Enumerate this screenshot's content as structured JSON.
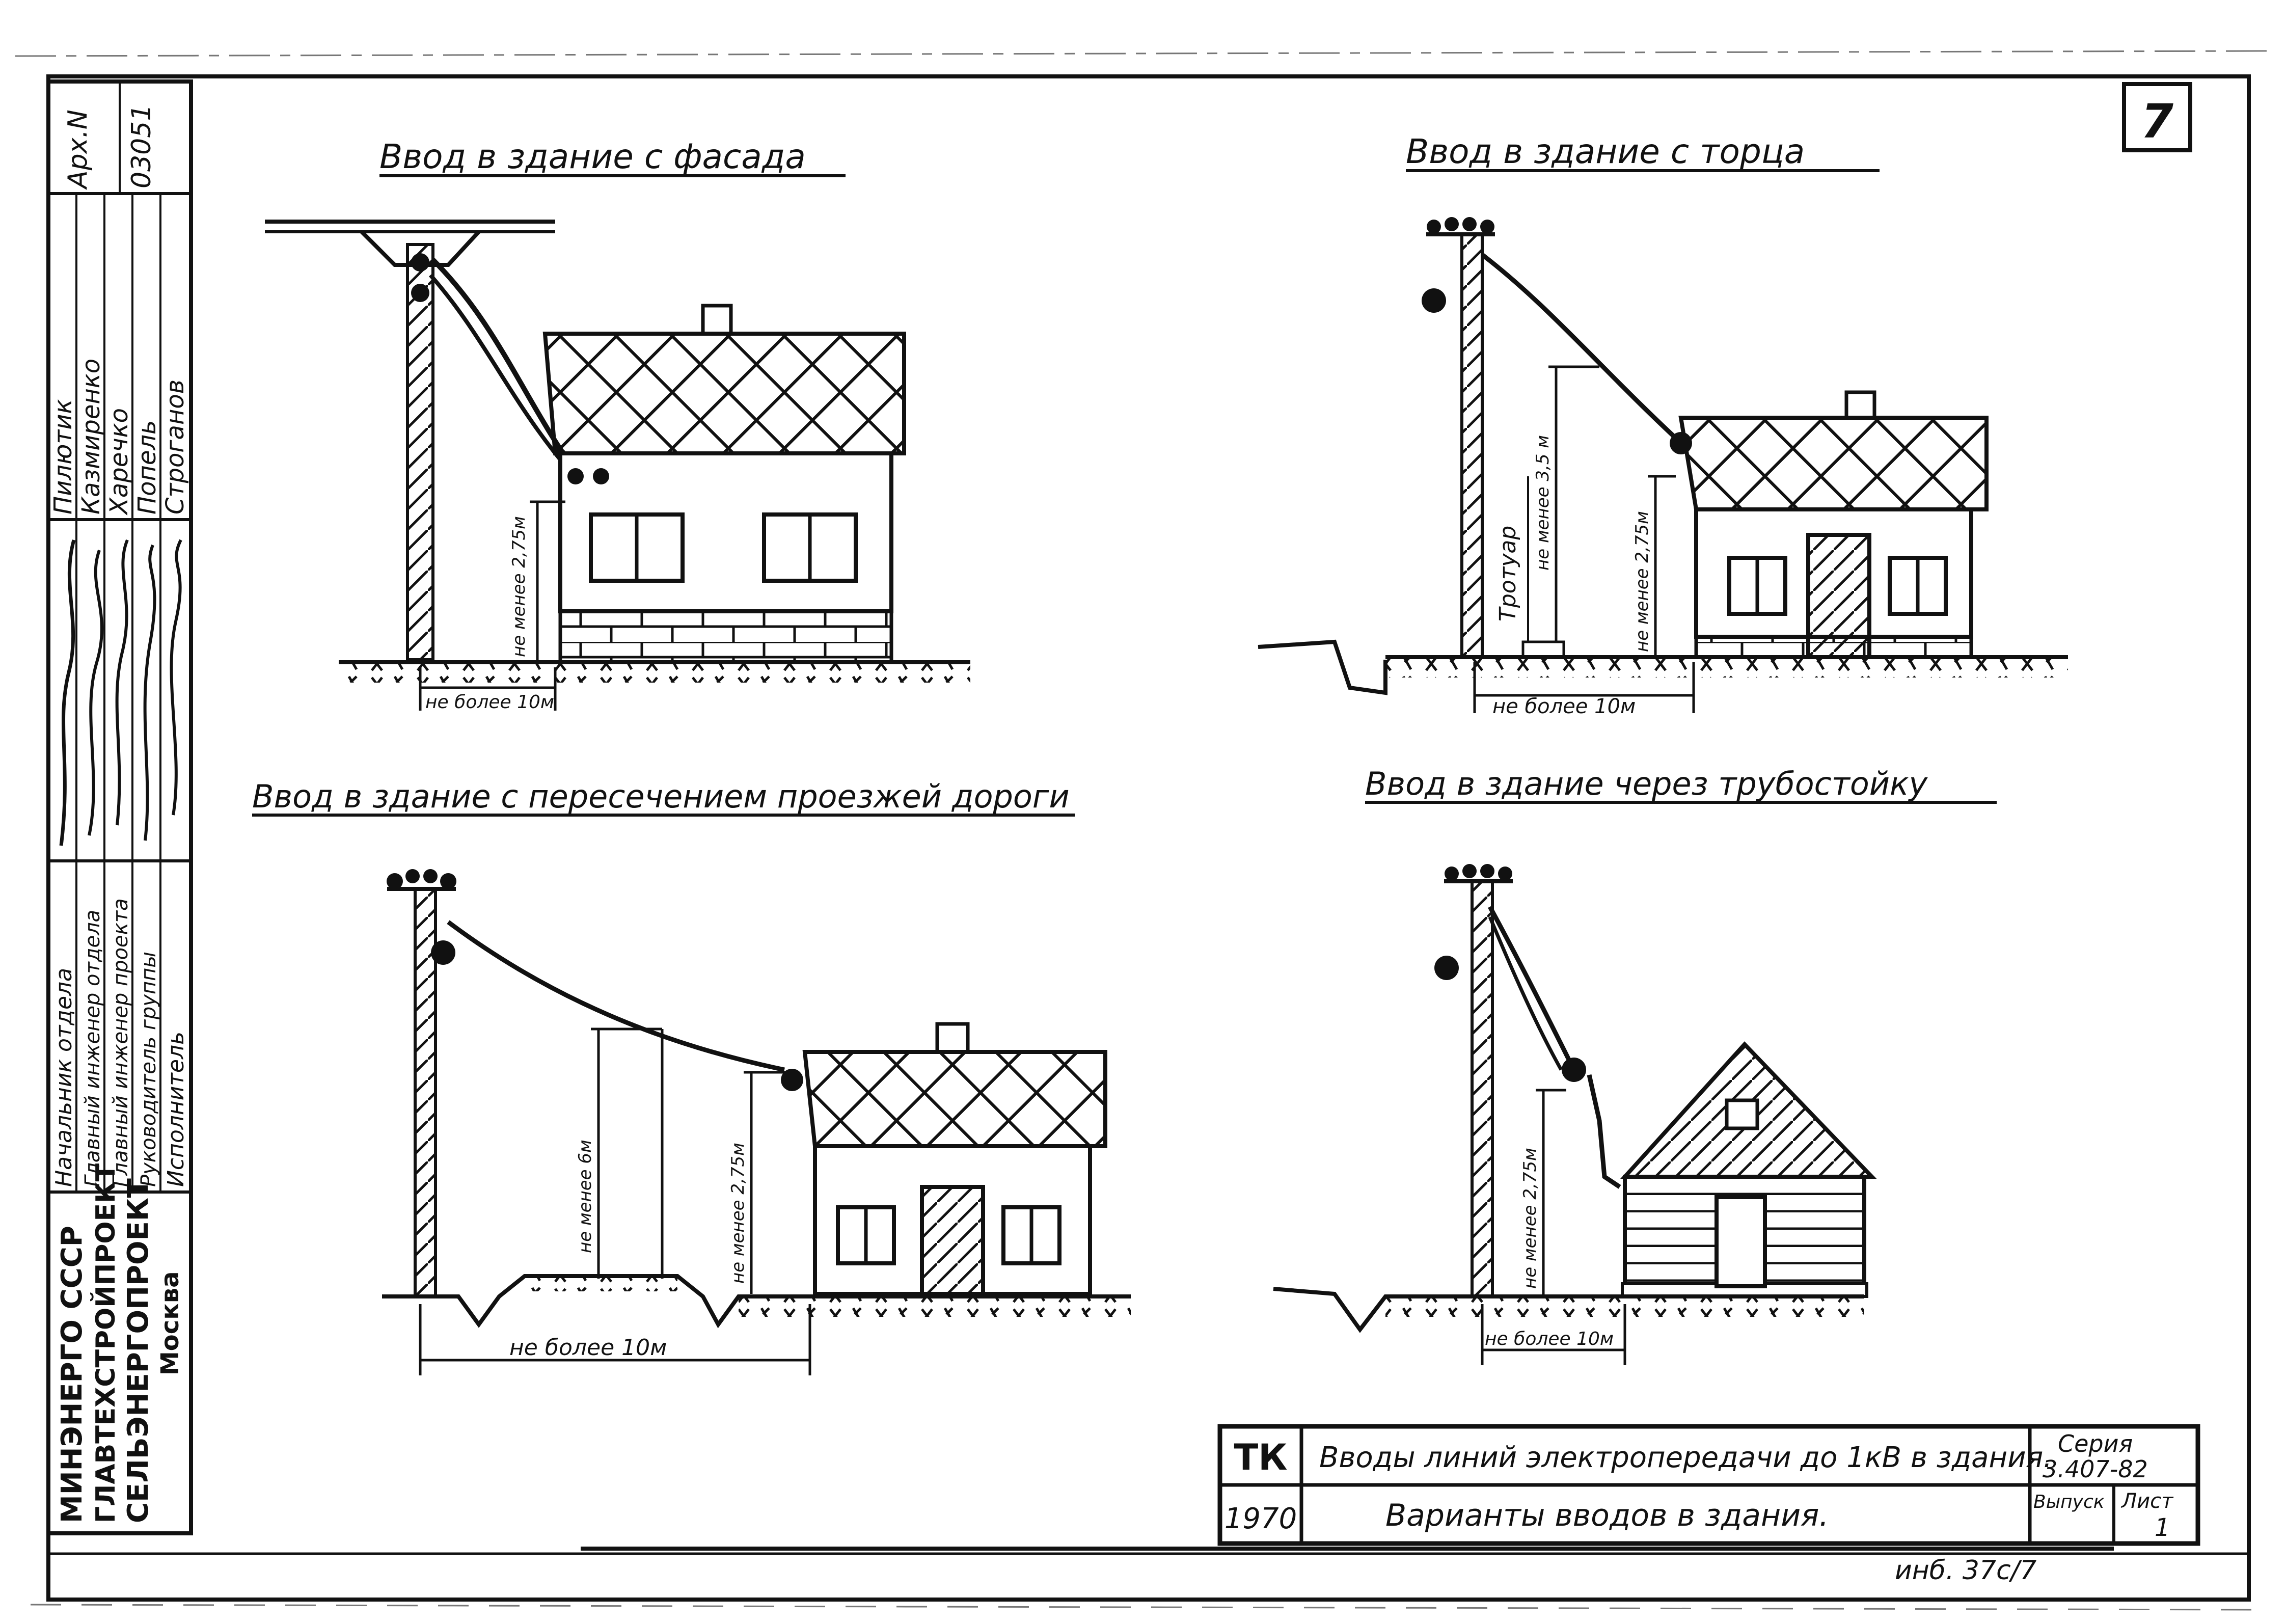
{
  "sheet": {
    "number": "7",
    "bottom_note": "инб. 37с/7"
  },
  "drawings": [
    {
      "title": "Ввод в здание с фасада",
      "dims": [
        "не менее 2,75м",
        "не более 10м"
      ]
    },
    {
      "title": "Ввод в здание с торца",
      "dims": [
        "не менее 3,5 м",
        "Тротуар",
        "не менее 2,75м",
        "не более 10м"
      ]
    },
    {
      "title": "Ввод в здание с пересечением проезжей дороги",
      "dims": [
        "не менее 6м",
        "не менее 2,75м",
        "не более 10м"
      ]
    },
    {
      "title": "Ввод в здание через трубостойку",
      "dims": [
        "не менее 2,75м",
        "не более 10м"
      ]
    }
  ],
  "left_stamp": {
    "archive": [
      "Арх.N",
      "03051"
    ],
    "names": [
      "Пилютик",
      "Казмиренко",
      "Харечко",
      "Попель",
      "Строганов"
    ],
    "roles": [
      "Начальник отдела",
      "Главный инженер отдела",
      "Главный инженер проекта",
      "Руководитель группы",
      "Исполнитель"
    ],
    "org_lines": [
      "МИНЭНЕРГО СССР",
      "ГЛАВТЕХСТРОЙПРОЕКТ",
      "СЕЛЬЭНЕРГОПРОЕКТ",
      "Москва"
    ]
  },
  "title_block": {
    "tk": "ТК",
    "year": "1970",
    "main_title": "Вводы линий электропередачи до 1кВ в здания.",
    "subtitle": "Варианты вводов в здания.",
    "series_label": "Серия",
    "series_value": "3.407-82",
    "issue_label": "Выпуск",
    "sheet_label": "Лист",
    "sheet_value": "1"
  },
  "colors": {
    "ink": "#111111",
    "paper": "#ffffff"
  }
}
